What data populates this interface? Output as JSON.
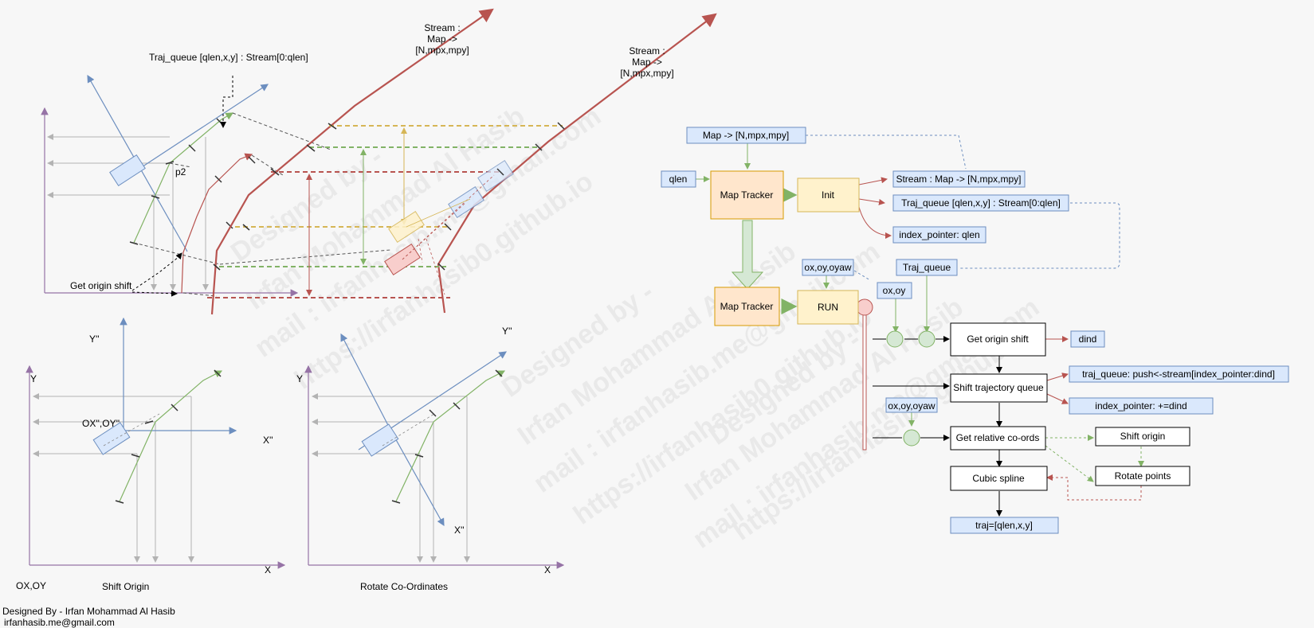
{
  "watermark": {
    "lines": [
      "Designed by -",
      "Irfan Mohammad Al Hasib",
      "mail : irfanhasib.me@gmail.com",
      "https://irfanhasib0.github.io"
    ]
  },
  "top_diagram": {
    "stream_label_1": [
      "Stream :",
      "Map ->",
      "[N,mpx,mpy]"
    ],
    "stream_label_2": [
      "Stream :",
      "Map ->",
      "[N,mpx,mpy]"
    ],
    "traj_queue_label": "Traj_queue [qlen,x,y] : Stream[0:qlen]",
    "p2_label": "p2",
    "origin_shift_label": "Get origin shift"
  },
  "shift_origin": {
    "y_label": "Y",
    "y2_label": "Y''",
    "x2_label": "X''",
    "origin2_label": "OX'',OY''",
    "origin_label": "OX,OY",
    "caption": "Shift Origin"
  },
  "rotate": {
    "y_label": "Y",
    "y2_label": "Y''",
    "x2_label": "X''",
    "x_label": "X",
    "caption": "Rotate Co-Ordinates"
  },
  "shift_x_label": "X",
  "credits": {
    "line1": "Designed By - Irfan Mohammad Al Hasib",
    "line2": "irfanhasib.me@gmail.com"
  },
  "flow": {
    "map_input": "Map -> [N,mpx,mpy]",
    "qlen": "qlen",
    "map_tracker_1": "Map Tracker",
    "init": "Init",
    "stream_out": "Stream : Map -> [N,mpx,mpy]",
    "traj_queue_out": "Traj_queue [qlen,x,y] : Stream[0:qlen]",
    "index_pointer_out": "index_pointer: qlen",
    "ox_oy_oyaw_1": "ox,oy,oyaw",
    "traj_queue_in": "Traj_queue",
    "ox_oy": "ox,oy",
    "map_tracker_2": "Map Tracker",
    "run": "RUN",
    "get_origin_shift": "Get origin shift",
    "dind": "dind",
    "shift_traj_queue": "Shift trajectory queue",
    "traj_queue_push": "traj_queue: push<-stream[index_pointer:dind]",
    "index_pointer_inc": "index_pointer: +=dind",
    "ox_oy_oyaw_2": "ox,oy,oyaw",
    "get_relative": "Get relative co-ords",
    "shift_origin_box": "Shift origin",
    "rotate_points": "Rotate points",
    "cubic_spline": "Cubic spline",
    "traj_out": "traj=[qlen,x,y]"
  },
  "colors": {
    "blue_fill": "#dae8fc",
    "blue_stroke": "#6c8ebf",
    "orange_fill": "#ffe6cc",
    "orange_stroke": "#d79b00",
    "yellow_fill": "#fff2cc",
    "yellow_stroke": "#d6b656",
    "green_fill": "#d5e8d4",
    "green_stroke": "#82b366",
    "red_fill": "#f8cecc",
    "red_stroke": "#b85450",
    "purple": "#9673a6"
  }
}
